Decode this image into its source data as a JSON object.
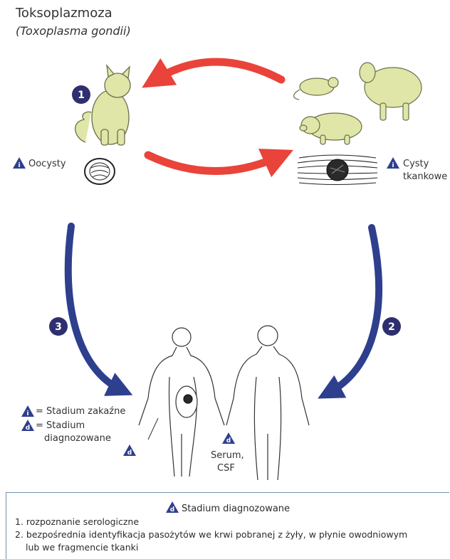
{
  "title": "Toksoplazmoza",
  "subtitle": "(Toxoplasma gondii)",
  "steps": [
    "1",
    "2",
    "3"
  ],
  "labels": {
    "oocysts": "Oocysty",
    "tissue_cysts_line1": "Cysty",
    "tissue_cysts_line2": "tkankowe",
    "serum_line1": "Serum,",
    "serum_line2": "CSF"
  },
  "key": {
    "infective_icon": "i",
    "diagnostic_icon": "d",
    "infective_text": "= Stadium zakaźne",
    "diagnostic_line1": "= Stadium",
    "diagnostic_line2": "diagnozowane"
  },
  "legend": {
    "heading": "Stadium diagnozowane",
    "items": [
      "1.  rozpoznanie serologiczne",
      "2. bezpośrednia identyfikacja pasożytów we krwi pobranej z żyły, w płynie owodniowym",
      "lub we fragmencie tkanki"
    ]
  },
  "colors": {
    "red_arrow": "#e9433a",
    "blue_arrow": "#2e3f8e",
    "animal_fill": "#dfe6a8",
    "badge": "#2e2f6e"
  }
}
